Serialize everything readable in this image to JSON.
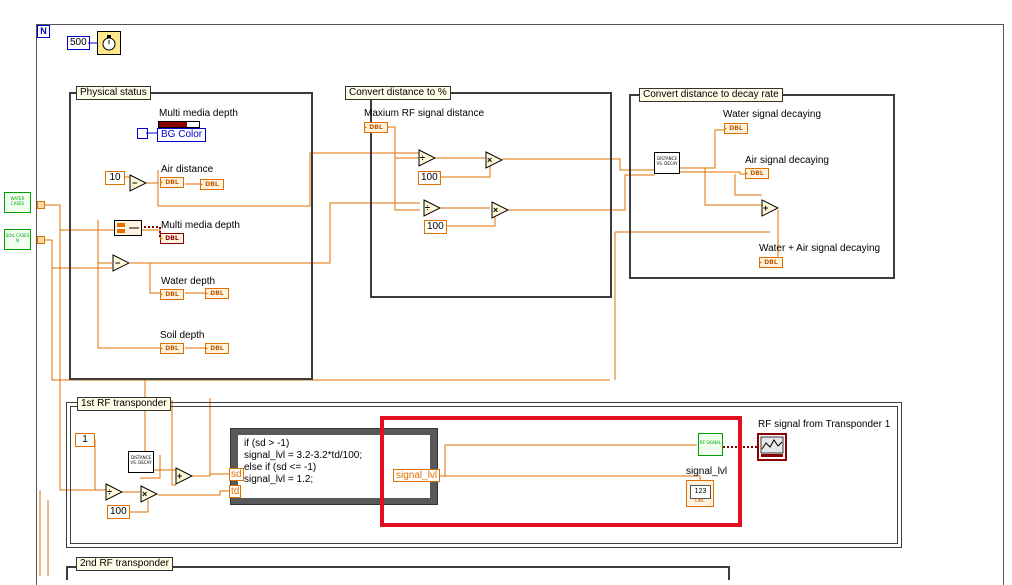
{
  "loop": {
    "corner_label": "N",
    "count_value": "500",
    "wait_icon": "stopwatch-icon"
  },
  "inputs": {
    "water_cases": "WATER CASES",
    "soil_cases": "SOIL CASES N"
  },
  "physical_status": {
    "frame_label": "Physical status",
    "multi_media_depth_top": "Multi media depth",
    "bg_color": "BG Color",
    "air_distance": "Air distance",
    "const_10": "10",
    "multi_media_depth_mid": "Multi media depth",
    "water_depth": "Water depth",
    "soil_depth": "Soil depth"
  },
  "convert_percent": {
    "frame_label": "Convert distance to %",
    "max_rf": "Maxium RF signal distance",
    "const_100_a": "100",
    "const_100_b": "100"
  },
  "convert_decay": {
    "frame_label": "Convert distance to decay rate",
    "subvi_text": "DISTANCE VS. DECAY",
    "water_decay": "Water signal decaying",
    "air_decay": "Air signal decaying",
    "sum_decay": "Water + Air signal decaying"
  },
  "transponder1": {
    "frame_label": "1st RF transponder",
    "const_1": "1",
    "subvi_text": "DISTANCE VS. DECAY",
    "const_100": "100",
    "formula_code": "if (sd > -1)\nsignal_lvl = 3.2-3.2*td/100;\nelse if (sd <= -1)\nsignal_lvl = 1.2;",
    "tunnel_sd": "sd",
    "tunnel_td": "td",
    "signal_lvl_out": "signal_lvl",
    "rf_signal_box": "RF SIGNAL",
    "signal_lvl_label": "signal_lvl",
    "numeric_value": "123",
    "rf_from_label": "RF signal from Transponder 1"
  },
  "transponder2": {
    "frame_label": "2nd RF transponder"
  },
  "terminal_type": "DBL",
  "colors": {
    "wire_orange": "#e07000",
    "highlight_red": "#e01020",
    "frame_border": "#3c3c3c",
    "blue_terminal": "#0000cc",
    "green_terminal": "#00a000"
  }
}
